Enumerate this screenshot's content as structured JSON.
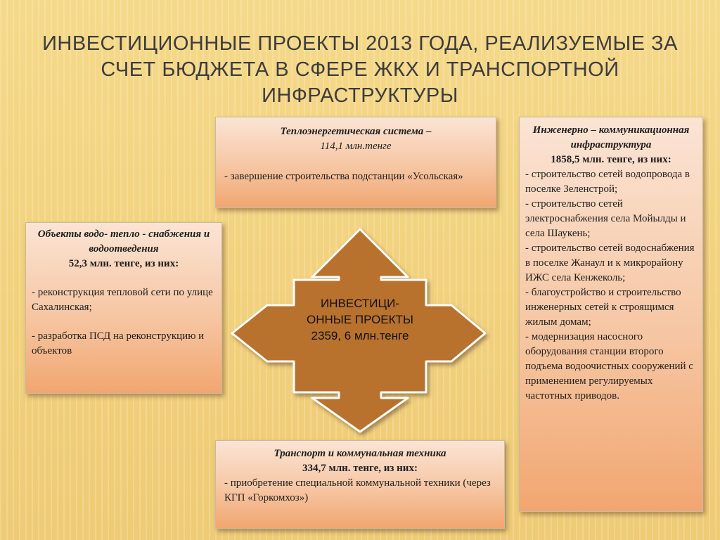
{
  "title": "Инвестиционные проекты 2013 года, реализуемые за счет бюджета в сфере ЖКХ и транспортной инфраструктуры",
  "center": {
    "line1": "ИНВЕСТИЦИ-",
    "line2": "ОННЫЕ ПРОЕКТЫ",
    "line3": "2359, 6 млн.тенге"
  },
  "top_box": {
    "heading": "Теплоэнергетическая система –",
    "amount": "114,1 млн.тенге",
    "items": [
      " - завершение строительства подстанции «Усольская»"
    ]
  },
  "left_box": {
    "heading": "Объекты водо- тепло - снабжения и водоотведения",
    "amount": "52,3 млн. тенге, из них:",
    "items": [
      " - реконструкция тепловой сети по улице Сахалинская;",
      " - разработка ПСД  на реконструкцию и объектов"
    ]
  },
  "bottom_box": {
    "heading": "Транспорт и коммунальная техника",
    "amount": "334,7 млн. тенге, из них:",
    "items": [
      " - приобретение специальной коммунальной техники (через КГП «Горкомхоз»)"
    ]
  },
  "right_box": {
    "heading": "Инженерно – коммуникационная инфраструктура",
    "amount": "1858,5 млн. тенге, из них:",
    "items": [
      " - строительство сетей водопровода в поселке Зеленстрой;",
      " - строительство сетей электроснабжения села Мойылды и села Шаукень;",
      " - строительство сетей водоснабжения в поселке Жанаул и к микрорайону ИЖС села Кенжеколь;",
      " - благоустройство и строительство инженерных сетей к строящимся жилым домам;",
      " - модернизация насосного оборудования станции второго подъема водоочистных сооружений с применением регулируемых частотных приводов."
    ]
  },
  "colors": {
    "arrow_fill": "#b8722f",
    "arrow_stroke": "#ffffff",
    "box_top": "#fbe4d4",
    "box_bottom": "#f1a670"
  }
}
